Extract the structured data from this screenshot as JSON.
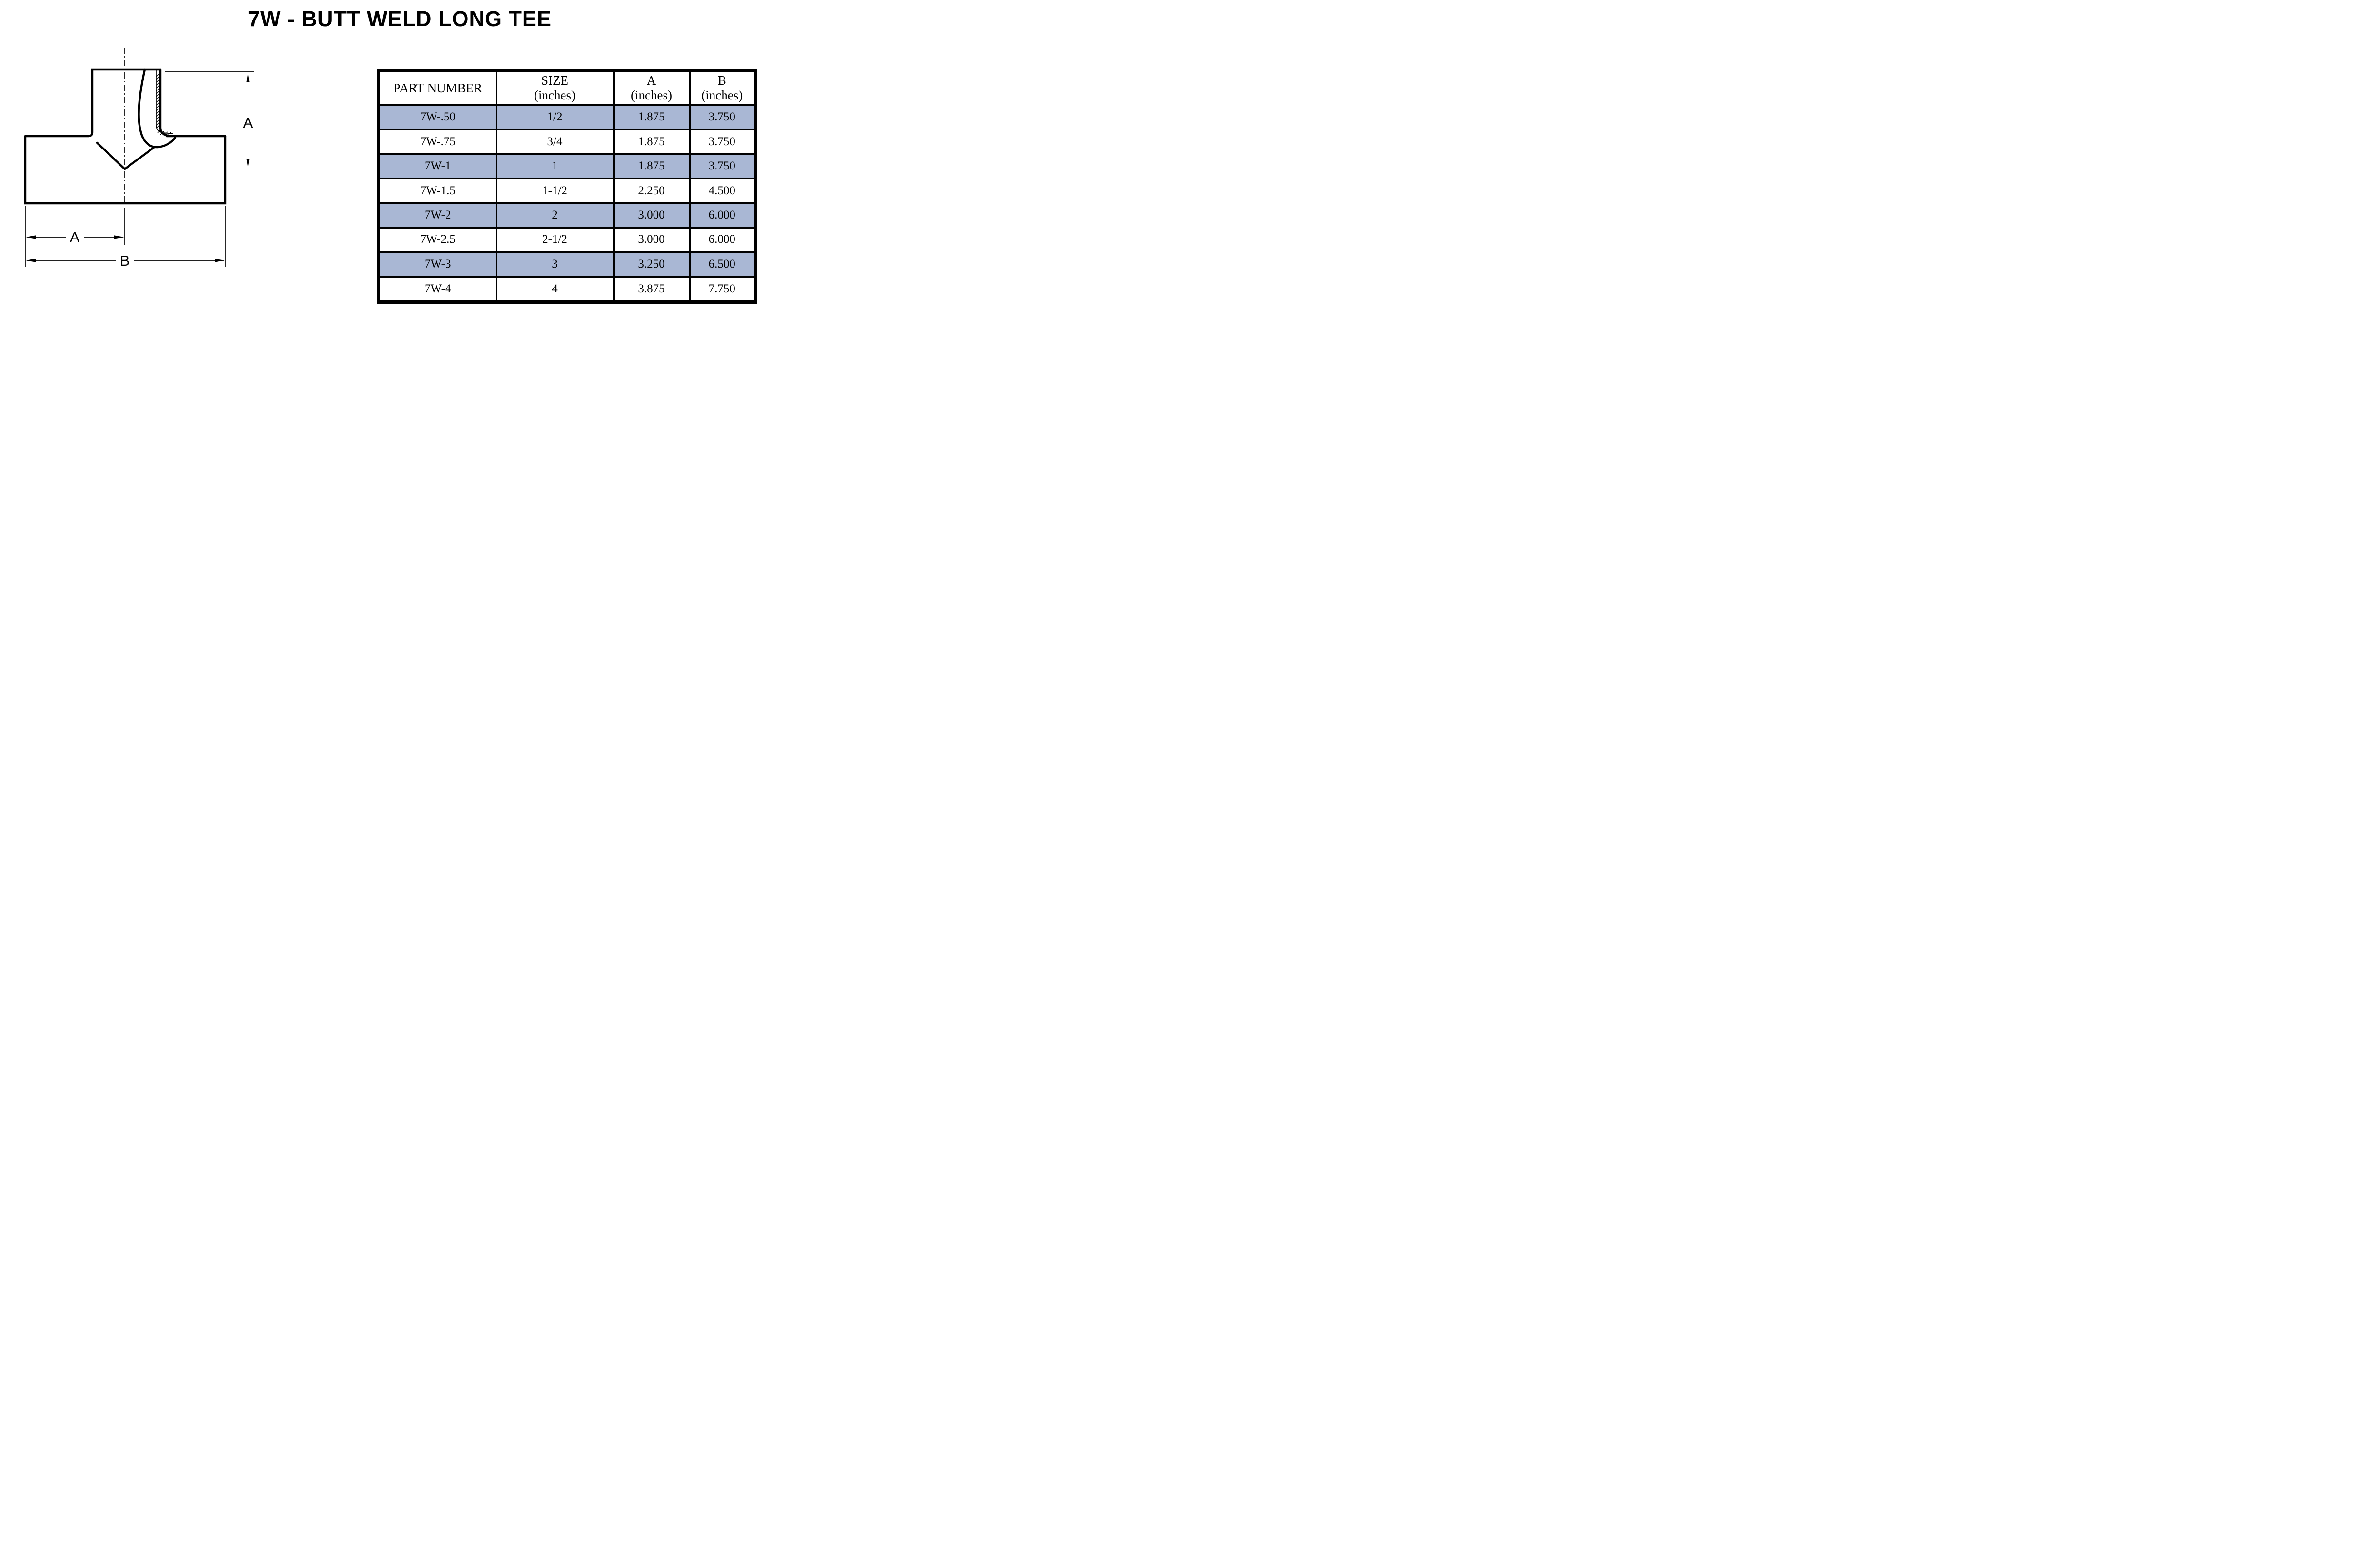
{
  "title": "7W - BUTT WELD LONG TEE",
  "drawing": {
    "dim_a_vertical_label": "A",
    "dim_a_horizontal_label": "A",
    "dim_b_horizontal_label": "B"
  },
  "table": {
    "columns": [
      {
        "label": "PART NUMBER",
        "unit": ""
      },
      {
        "label": "SIZE",
        "unit": "(inches)"
      },
      {
        "label": "A",
        "unit": "(inches)"
      },
      {
        "label": "B",
        "unit": "(inches)"
      }
    ],
    "rows": [
      {
        "part_number": "7W-.50",
        "size": "1/2",
        "a": "1.875",
        "b": "3.750",
        "shaded": true
      },
      {
        "part_number": "7W-.75",
        "size": "3/4",
        "a": "1.875",
        "b": "3.750",
        "shaded": false
      },
      {
        "part_number": "7W-1",
        "size": "1",
        "a": "1.875",
        "b": "3.750",
        "shaded": true
      },
      {
        "part_number": "7W-1.5",
        "size": "1-1/2",
        "a": "2.250",
        "b": "4.500",
        "shaded": false
      },
      {
        "part_number": "7W-2",
        "size": "2",
        "a": "3.000",
        "b": "6.000",
        "shaded": true
      },
      {
        "part_number": "7W-2.5",
        "size": "2-1/2",
        "a": "3.000",
        "b": "6.000",
        "shaded": false
      },
      {
        "part_number": "7W-3",
        "size": "3",
        "a": "3.250",
        "b": "6.500",
        "shaded": true
      },
      {
        "part_number": "7W-4",
        "size": "4",
        "a": "3.875",
        "b": "7.750",
        "shaded": false
      }
    ]
  },
  "colors": {
    "row_highlight": "#a9b7d4",
    "line": "#000000"
  }
}
